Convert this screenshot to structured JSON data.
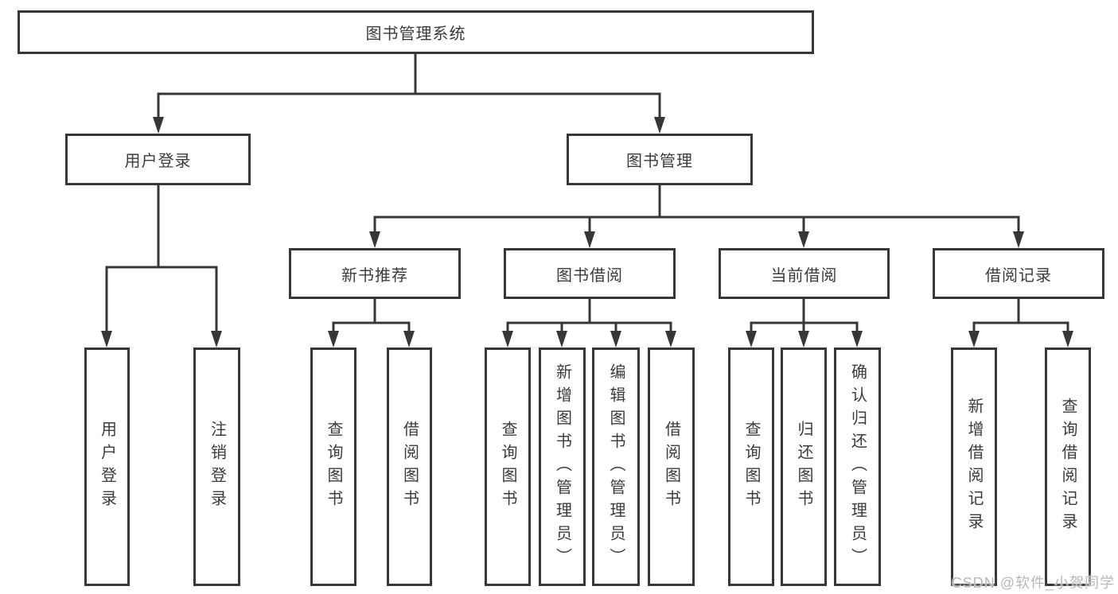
{
  "diagram": {
    "root": {
      "label": "图书管理系统"
    },
    "groups": [
      {
        "label": "用户登录",
        "leaves": [
          {
            "label": "用户登录"
          },
          {
            "label": "注销登录"
          }
        ]
      },
      {
        "label": "图书管理",
        "sections": [
          {
            "label": "新书推荐",
            "leaves": [
              {
                "label": "查询图书"
              },
              {
                "label": "借阅图书"
              }
            ]
          },
          {
            "label": "图书借阅",
            "leaves": [
              {
                "label": "查询图书"
              },
              {
                "label": "新增图书（管理员）"
              },
              {
                "label": "编辑图书（管理员）"
              },
              {
                "label": "借阅图书"
              }
            ]
          },
          {
            "label": "当前借阅",
            "leaves": [
              {
                "label": "查询图书"
              },
              {
                "label": "归还图书"
              },
              {
                "label": "确认归还（管理员）"
              }
            ]
          },
          {
            "label": "借阅记录",
            "leaves": [
              {
                "label": "新增借阅记录"
              },
              {
                "label": "查询借阅记录"
              }
            ]
          }
        ]
      }
    ]
  },
  "watermark": {
    "text": "CSDN @软件_小贺同学"
  },
  "colors": {
    "line": "#373737",
    "box_border": "#373737",
    "text": "#3b3b3b",
    "watermark": "#b5b7ba",
    "background": "#ffffff"
  }
}
